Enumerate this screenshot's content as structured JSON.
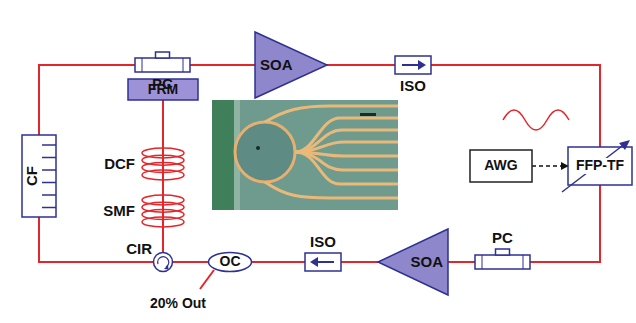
{
  "diagram": {
    "nodes": [
      {
        "text": [
          "PC"
        ]
      },
      {
        "text": [
          "SOA"
        ]
      },
      {
        "text": [
          "ISO"
        ]
      },
      {
        "text": [
          "FRM"
        ]
      },
      {
        "text": [
          "CF"
        ]
      },
      {
        "text": [
          "DCF"
        ]
      },
      {
        "text": [
          "SMF"
        ]
      },
      {
        "text": [
          "AWG"
        ]
      },
      {
        "text": [
          "FFP-TF"
        ]
      },
      {
        "text": [
          "CIR"
        ]
      },
      {
        "text": [
          "OC"
        ]
      },
      {
        "text": [
          "ISO"
        ]
      },
      {
        "text": [
          "SOA"
        ]
      },
      {
        "text": [
          "PC"
        ]
      }
    ],
    "edges": [
      {
        "from": 4,
        "to": 0,
        "arrow": "none"
      },
      {
        "from": 0,
        "to": 1,
        "arrow": "none"
      },
      {
        "from": 1,
        "to": 2,
        "arrow": "none"
      },
      {
        "from": 2,
        "to": 8,
        "arrow": "none"
      },
      {
        "from": 7,
        "to": 8,
        "arrow": "to"
      },
      {
        "from": 8,
        "to": 13,
        "arrow": "none"
      },
      {
        "from": 13,
        "to": 12,
        "arrow": "none"
      },
      {
        "from": 12,
        "to": 11,
        "arrow": "none"
      },
      {
        "from": 11,
        "to": 10,
        "arrow": "none"
      },
      {
        "from": 10,
        "to": 9,
        "arrow": "none"
      },
      {
        "from": 9,
        "to": 4,
        "arrow": "none"
      },
      {
        "from": 9,
        "to": 6,
        "arrow": "none"
      },
      {
        "from": 6,
        "to": 5,
        "arrow": "none"
      },
      {
        "from": 5,
        "to": 3,
        "arrow": "none"
      }
    ],
    "labels": [
      "20% Out"
    ]
  }
}
